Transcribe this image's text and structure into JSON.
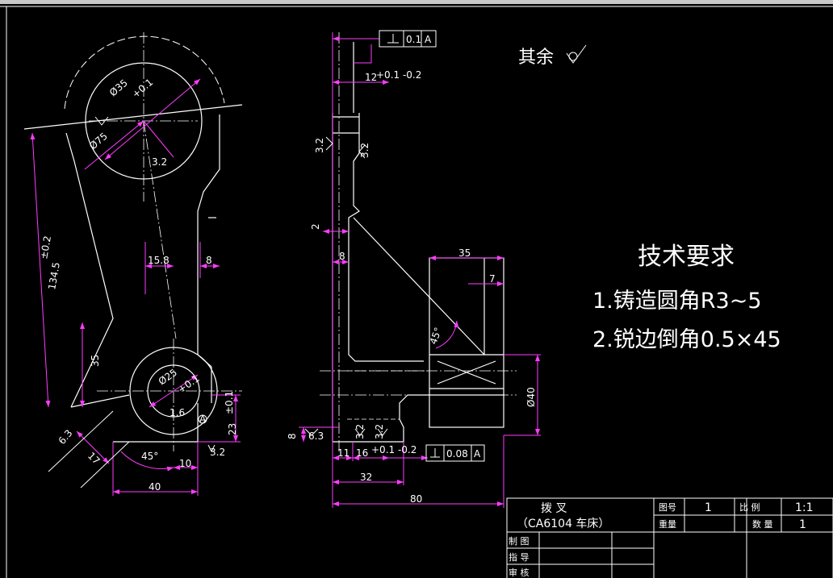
{
  "dims": {
    "d35": "Ø35",
    "d35_tol": "+0.1",
    "d75": "Ø75",
    "r3p2": "3.2",
    "d134": "134.5",
    "d134_tol": "±0.2",
    "d15_8": "15.8",
    "d8_top": "8",
    "d35_vert": "35",
    "d25": "Ø25",
    "d25_tol": "+0.1",
    "d1p6": "1.6",
    "d23": "23",
    "d23_tol": "±0.1",
    "d6p3": "6.3",
    "d17": "17",
    "d45a": "45°",
    "d10": "10",
    "d40": "40",
    "d12": "12",
    "d12_tol": "+0.1 -0.2",
    "d2": "2",
    "d8_side": "8",
    "d35_side": "35",
    "d7": "7",
    "d45b": "45°",
    "d40_dia": "Ø40",
    "d8_bottom": "8",
    "d11": "11",
    "d16": "16",
    "d16_tol": "+0.1 -0.2",
    "d32": "32",
    "d80": "80",
    "rough_3p2_a": "3.2",
    "rough_3p2_b": "3.2",
    "rough_6p3": "6.3",
    "rough_3p2_c": "3.2",
    "rough_3p2_d": "3.2",
    "rough_3p2_e": "3.2"
  },
  "tolerances": {
    "perp_top_value": "0.1",
    "perp_top_datum": "A",
    "perp_bottom_value": "0.08",
    "perp_bottom_datum": "A",
    "datum_circle": "A"
  },
  "other_roughness": "其余",
  "requirements": {
    "title": "技术要求",
    "item1": "1.铸造圆角R3~5",
    "item2": "2.锐边倒角0.5×45"
  },
  "title_block": {
    "part_name": "拨    叉",
    "model": "（CA6104  车床）",
    "drawing_no_label": "图号",
    "drawing_no_value": "1",
    "scale_label": "比  例",
    "scale_value": "1:1",
    "weight_label": "重量",
    "qty_label": "数  量",
    "qty_value": "1",
    "drawn_label": "制  图",
    "guide_label": "指  导",
    "review_label": "审  核"
  }
}
